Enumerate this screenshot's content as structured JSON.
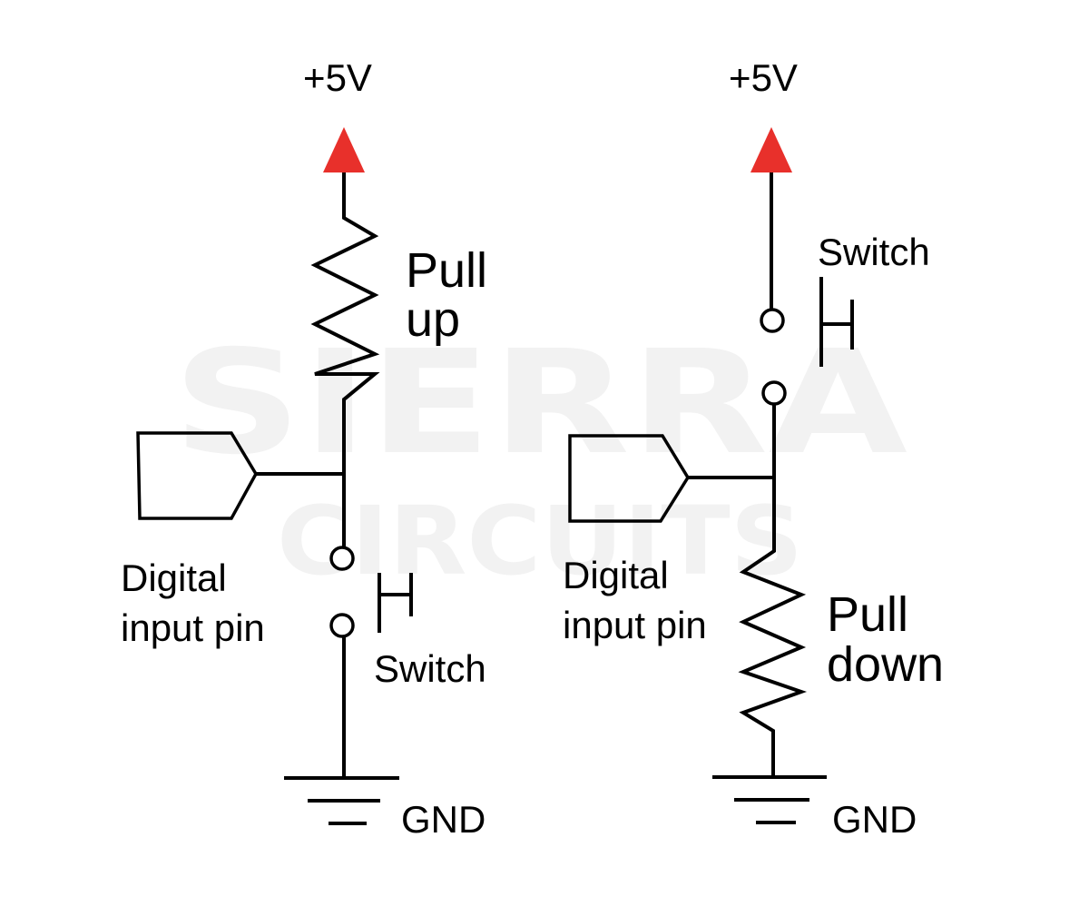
{
  "colors": {
    "wire": "#000000",
    "supply_arrow": "#e8302b",
    "watermark": "#f2f2f2",
    "background": "#ffffff"
  },
  "watermark": {
    "line1": "SIERRA",
    "line2": "CIRCUITS"
  },
  "pullup_circuit": {
    "supply_label": "+5V",
    "resistor_label_line1": "Pull",
    "resistor_label_line2": "up",
    "pin_label_line1": "Digital",
    "pin_label_line2": "input pin",
    "switch_label": "Switch",
    "ground_label": "GND"
  },
  "pulldown_circuit": {
    "supply_label": "+5V",
    "switch_label": "Switch",
    "pin_label_line1": "Digital",
    "pin_label_line2": "input pin",
    "resistor_label_line1": "Pull",
    "resistor_label_line2": "down",
    "ground_label": "GND"
  }
}
